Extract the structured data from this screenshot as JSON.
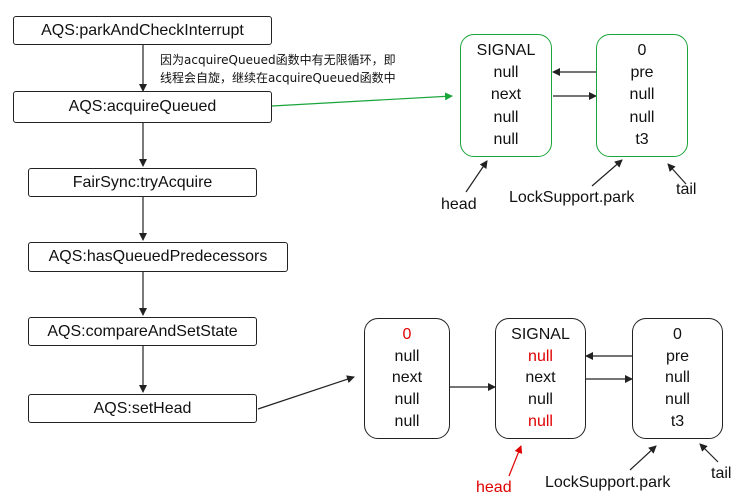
{
  "flow": {
    "steps": [
      "AQS:parkAndCheckInterrupt",
      "AQS:acquireQueued",
      "FairSync:tryAcquire",
      "AQS:hasQueuedPredecessors",
      "AQS:compareAndSetState",
      "AQS:setHead"
    ],
    "note": "因为acquireQueued函数中有无限循环，即\n线程会自旋，继续在acquireQueued函数中"
  },
  "top_queue": {
    "node1": {
      "fields": [
        "SIGNAL",
        "null",
        "next",
        "null",
        "null"
      ],
      "border_color": "#1aa53a"
    },
    "node2": {
      "fields": [
        "0",
        "pre",
        "null",
        "null",
        "t3"
      ],
      "border_color": "#1aa53a"
    },
    "labels": {
      "head": "head",
      "park": "LockSupport.park",
      "tail": "tail"
    }
  },
  "bottom_queue": {
    "node1": {
      "fields": [
        "0",
        "null",
        "next",
        "null",
        "null"
      ],
      "red_fields": [
        0
      ]
    },
    "node2": {
      "fields": [
        "SIGNAL",
        "null",
        "next",
        "null",
        "null"
      ],
      "red_fields": [
        1,
        4
      ]
    },
    "node3": {
      "fields": [
        "0",
        "pre",
        "null",
        "null",
        "t3"
      ],
      "red_fields": []
    },
    "labels": {
      "head": "head",
      "park": "LockSupport.park",
      "tail": "tail"
    }
  },
  "colors": {
    "accent_green": "#1aa53a",
    "highlight_red": "#e00000",
    "stroke": "#222222"
  }
}
